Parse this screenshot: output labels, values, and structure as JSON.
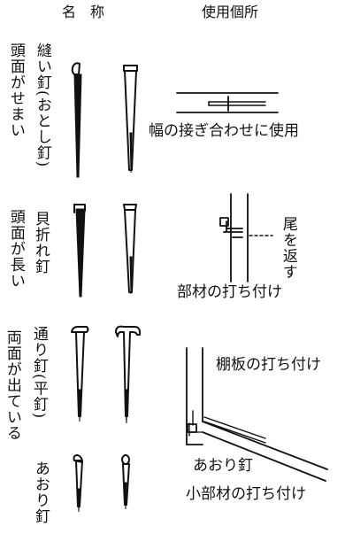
{
  "headers": {
    "name": "名　称",
    "usage": "使用個所"
  },
  "rows": [
    {
      "characteristic": "頭面がせまい",
      "name": "縫い釘(おとし釘)",
      "usage": "幅の接ぎ合わせに使用",
      "note": ""
    },
    {
      "characteristic": "頭面が長い",
      "name": "貝折れ釘",
      "usage": "部材の打ち付け",
      "note": "尾を返す"
    },
    {
      "characteristic": "両面が出ている",
      "name": "通り釘(平釘)",
      "usage": "棚板の打ち付け",
      "note": ""
    },
    {
      "characteristic": "",
      "name": "あおり釘",
      "usage": "小部材の打ち付け",
      "note": "あおり釘"
    }
  ]
}
